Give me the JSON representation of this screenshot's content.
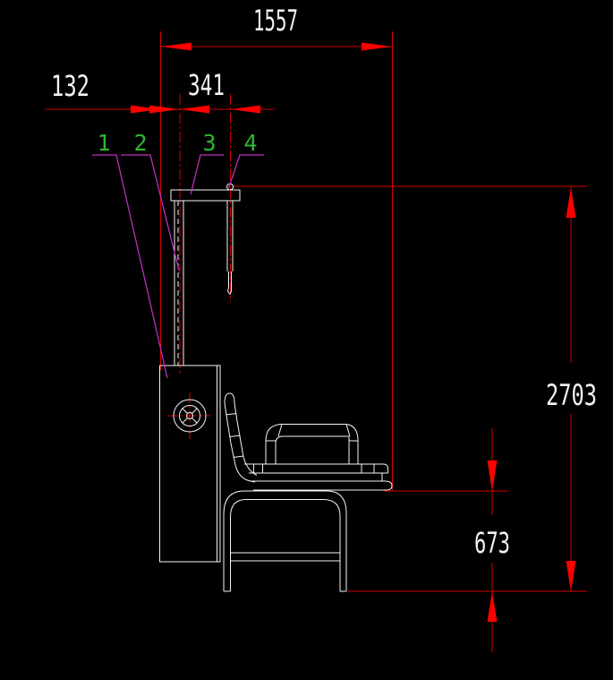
{
  "drawing": {
    "type": "cad-side-view-seat-assembly",
    "dimensions": {
      "top_width": "1557",
      "left_offset": "132",
      "mid_offset": "341",
      "right_height": "2703",
      "lower_height": "673"
    },
    "callouts": {
      "c1": "1",
      "c2": "2",
      "c3": "3",
      "c4": "4"
    },
    "colors": {
      "background": "#000000",
      "geometry": "#f4f4f4",
      "dimension_line": "#d40000",
      "dimension_arrow": "#ff0000",
      "dimension_text": "#f2f2f2",
      "leader_line": "#bb30bb",
      "callout_text": "#2eb82e"
    }
  }
}
